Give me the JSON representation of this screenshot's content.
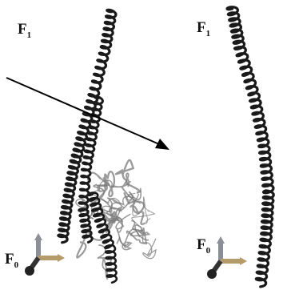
{
  "panels": [
    {
      "id": "left",
      "top_label": {
        "main": "F",
        "sub": "1"
      },
      "bottom_label": {
        "main": "F",
        "sub": "0"
      }
    },
    {
      "id": "right",
      "top_label": {
        "main": "F",
        "sub": "1"
      },
      "bottom_label": {
        "main": "F",
        "sub": "0"
      }
    }
  ],
  "colors": {
    "helix": "#1a1a1a",
    "protein": "#7a7a7a",
    "arrow": "#000000",
    "axes_tan": "#b59a6a",
    "axes_gray": "#8a8f97",
    "axes_dark": "#333333",
    "background": "#ffffff"
  },
  "icons": [
    "coordinate-axes-icon",
    "arrow-icon"
  ]
}
